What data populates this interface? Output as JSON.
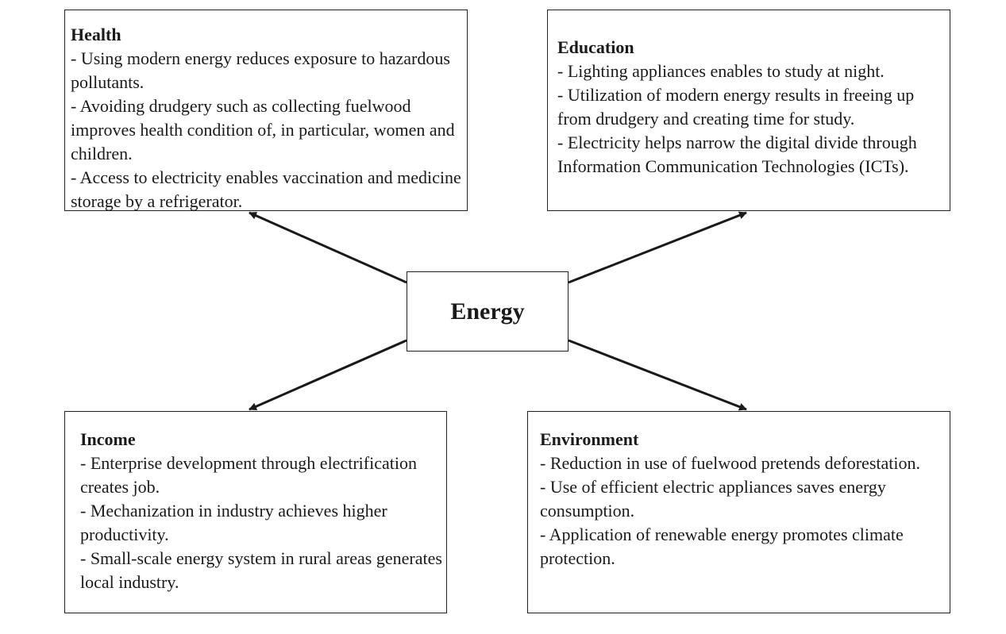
{
  "center": {
    "label": "Energy"
  },
  "boxes": {
    "health": {
      "title": "Health",
      "items": [
        "- Using modern energy reduces exposure to hazardous pollutants.",
        "- Avoiding drudgery such as collecting fuelwood improves health condition of, in particular, women and children.",
        "- Access to electricity enables vaccination and medicine storage by a refrigerator."
      ]
    },
    "education": {
      "title": "Education",
      "items": [
        "- Lighting appliances enables to study at night.",
        "- Utilization of modern energy results in freeing up from drudgery and creating time for study.",
        "- Electricity helps narrow the digital divide through Information Communication Technologies (ICTs)."
      ]
    },
    "income": {
      "title": "Income",
      "items": [
        "- Enterprise development through electrification creates job.",
        "- Mechanization in industry achieves higher productivity.",
        "- Small-scale energy system in rural areas generates local industry."
      ]
    },
    "environment": {
      "title": "Environment",
      "items": [
        "- Reduction in use of fuelwood pretends deforestation.",
        "- Use of efficient electric appliances saves energy consumption.",
        "- Application of renewable energy promotes climate protection."
      ]
    }
  }
}
